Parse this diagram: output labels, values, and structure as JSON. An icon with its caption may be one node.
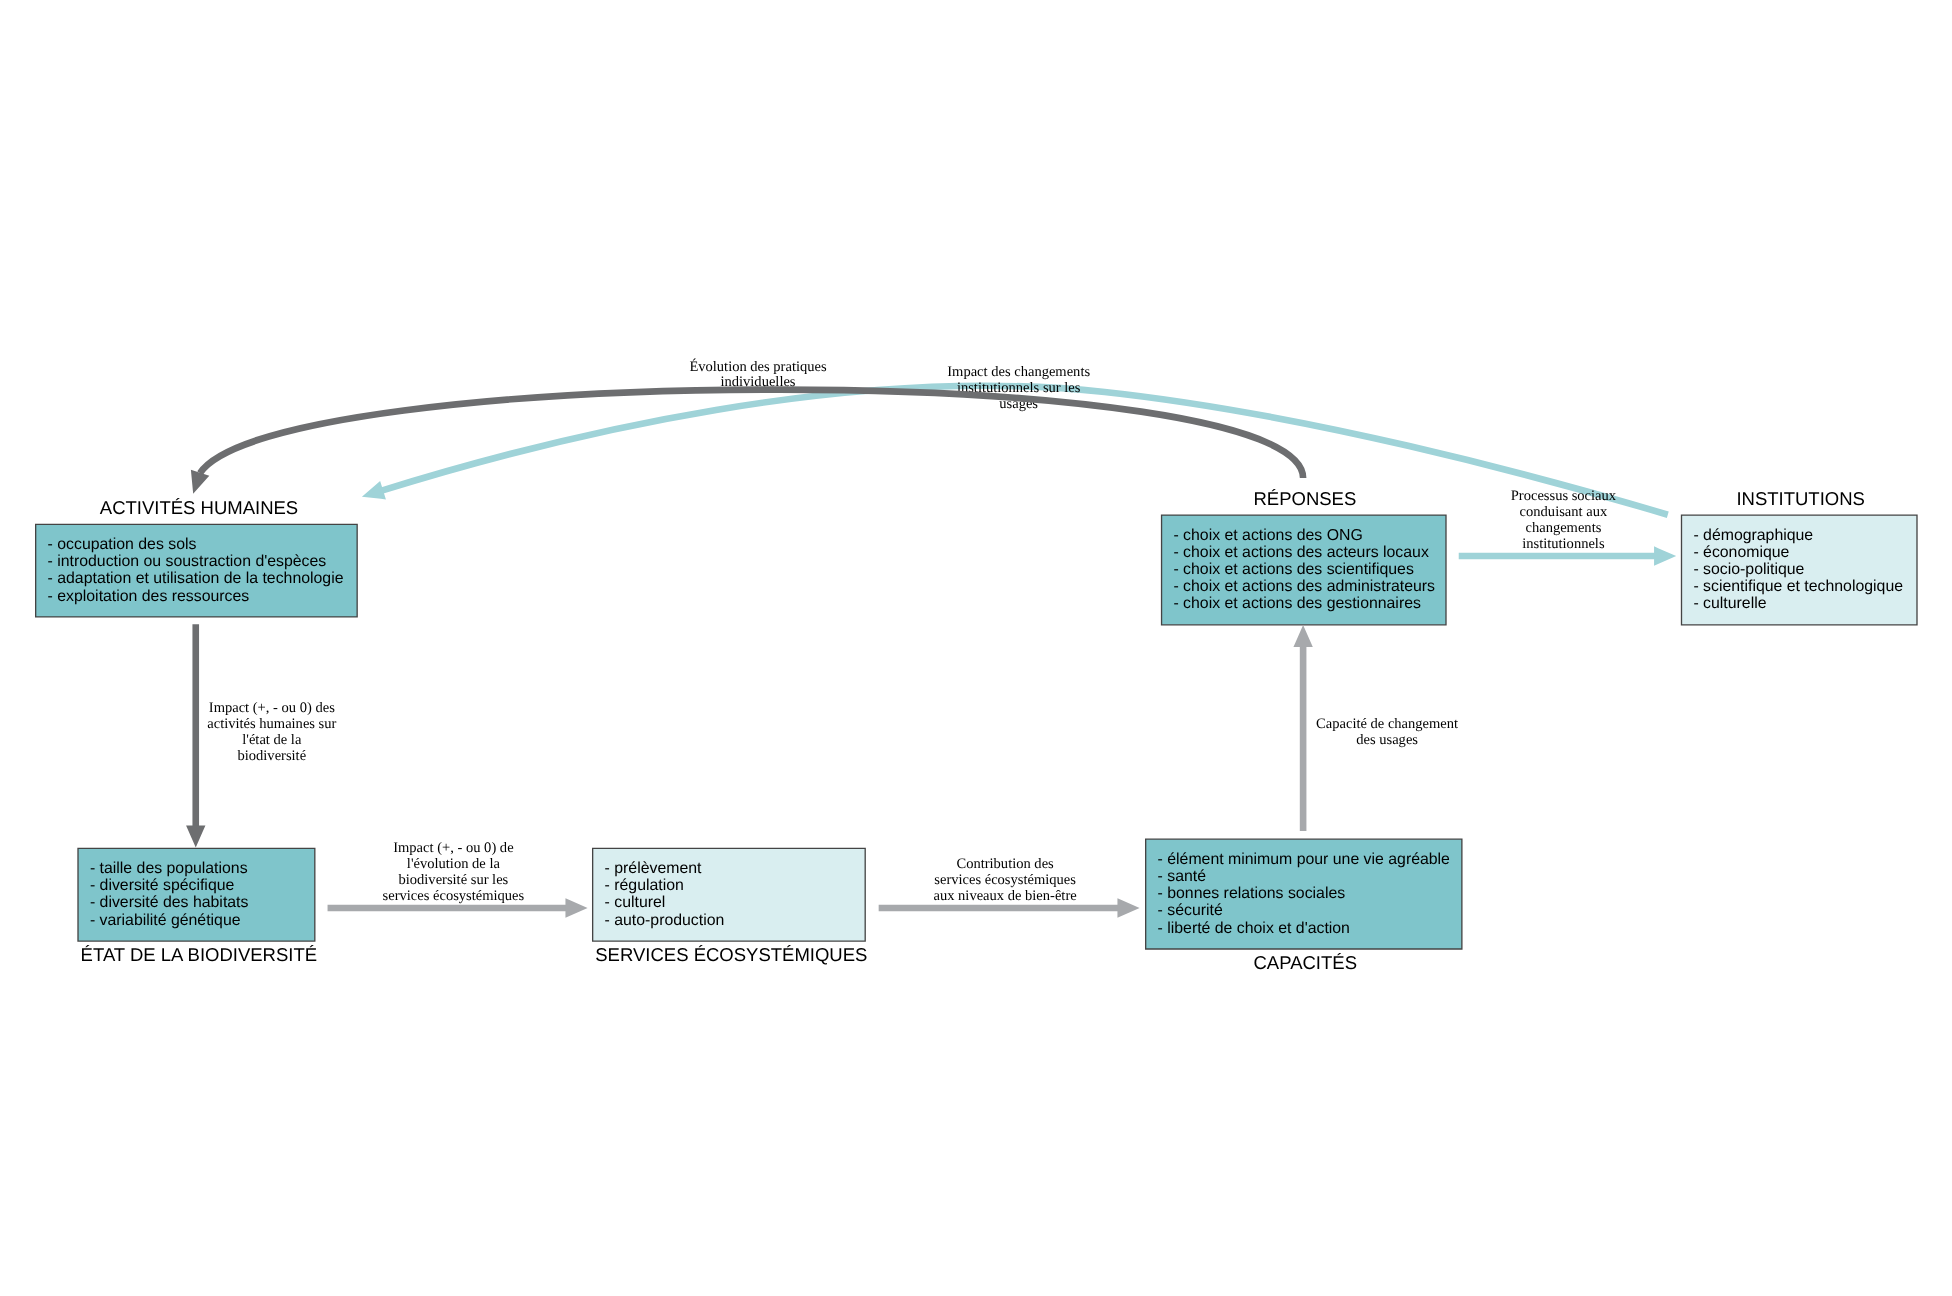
{
  "diagram": {
    "nodes": [
      {
        "text": [
          "ACTIVITÉS HUMAINES",
          "- occupation des sols",
          "- introduction ou soustraction d'espèces",
          "- adaptation et utilisation de la technologie",
          "- exploitation des ressources"
        ]
      },
      {
        "text": [
          "INSTITUTIONS",
          "- démographique",
          "- économique",
          "- socio-politique",
          "- scientifique et technologique",
          "- culturelle"
        ]
      },
      {
        "text": [
          "RÉPONSES",
          "- choix et actions des ONG",
          "- choix et actions des acteurs locaux",
          "- choix et actions des scientifiques",
          "- choix et actions des administrateurs",
          "- choix et actions des gestionnaires"
        ]
      },
      {
        "text": [
          "- taille des populations",
          "- diversité spécifique",
          "- diversité des habitats",
          "- variabilité génétique",
          "ÉTAT DE LA BIODIVERSITÉ"
        ]
      },
      {
        "text": [
          "- prélèvement",
          "- régulation",
          "- culturel",
          "- auto-production",
          "SERVICES ÉCOSYSTÉMIQUES"
        ]
      },
      {
        "text": [
          "- élément minimum pour une vie agréable",
          "- santé",
          "- bonnes relations sociales",
          "- sécurité",
          "- liberté de choix et d'action",
          "CAPACITÉS"
        ]
      }
    ],
    "edges": [
      {
        "from": 0,
        "to": 3,
        "arrow": "to",
        "label": "Impact (+, - ou 0) des activités humaines sur l'état de la biodiversité",
        "color": "#6d6e70"
      },
      {
        "from": 3,
        "to": 4,
        "arrow": "to",
        "label": "Impact (+, - ou 0) de l'évolution de la biodiversité sur les services écosystémiques"
      },
      {
        "from": 4,
        "to": 5,
        "arrow": "to",
        "label": "Contribution des services écosystémiques aux niveaux de bien-être"
      },
      {
        "from": 5,
        "to": 2,
        "arrow": "to",
        "label": "Capacité de changement des usages"
      },
      {
        "from": 2,
        "to": 1,
        "arrow": "to",
        "label": "Processus sociaux conduisant aux changements institutionnels",
        "color": "#9fd3d8"
      },
      {
        "from": 1,
        "to": 0,
        "arrow": "to",
        "label": "Impact des changements institutionnels sur les usages",
        "color": "#9fd3d8"
      },
      {
        "from": 2,
        "to": 0,
        "arrow": "to",
        "label": "Évolution des pratiques individuelles",
        "color": "#6d6e70"
      }
    ]
  }
}
